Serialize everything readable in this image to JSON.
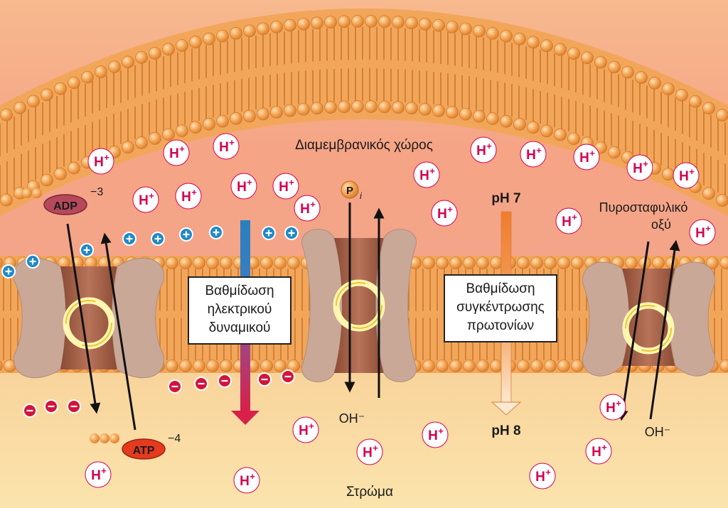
{
  "labels": {
    "intermembrane_space": "Διαμεμβρανικός χώρος",
    "stroma": "Στρώμα",
    "pyruvate": [
      "Πυροσταφυλικό",
      "οξύ"
    ],
    "electric_gradient": [
      "Βαθμίδωση",
      "ηλεκτρικού",
      "δυναμικού"
    ],
    "proton_gradient": [
      "Βαθμίδωση",
      "συγκέντρωσης",
      "πρωτονίων"
    ],
    "ph_top": "pH 7",
    "ph_bottom": "pH 8",
    "hydroxide_1": "OH⁻",
    "hydroxide_2": "OH⁻"
  },
  "molecules": {
    "adp": "ADP",
    "adp_charge": "−3",
    "atp": "ATP",
    "atp_charge": "−4",
    "phosphate": "P",
    "phosphate_subscript": "i",
    "proton": "H",
    "proton_charge": "+"
  },
  "colors": {
    "membrane_lipid": "#f0a050",
    "intermembrane": "#f4a888",
    "stroma": "#fbe1a6",
    "transporter": "#c8a898",
    "channel": "#a8624a",
    "positive_charge": "#1e88c8",
    "negative_charge": "#d2143c",
    "adp": "#b5485a",
    "atp": "#e43a1e",
    "phosphate": "#f09a2a",
    "electric_arrow_top": "#2a7fc0",
    "electric_arrow_bottom": "#d8204a",
    "proton_arrow": "#f08030"
  }
}
